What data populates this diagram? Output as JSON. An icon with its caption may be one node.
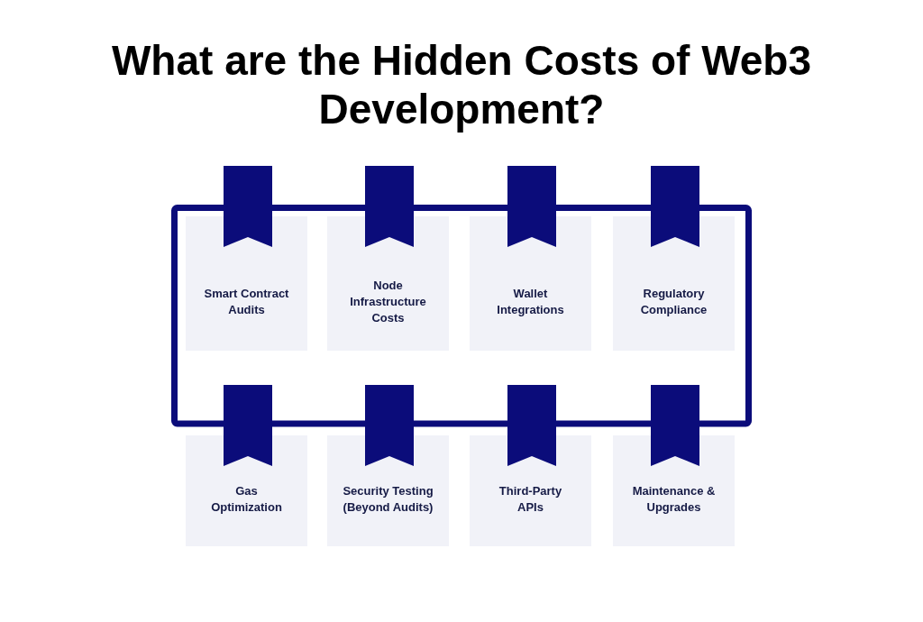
{
  "diagram": {
    "title": "What are the Hidden Costs of Web3 Development?",
    "nodes": [
      {
        "text": [
          "Smart Contract Audits"
        ]
      },
      {
        "text": [
          "Node Infrastructure Costs"
        ]
      },
      {
        "text": [
          "Wallet Integrations"
        ]
      },
      {
        "text": [
          "Regulatory Compliance"
        ]
      },
      {
        "text": [
          "Gas Optimization"
        ]
      },
      {
        "text": [
          "Security Testing (Beyond Audits)"
        ]
      },
      {
        "text": [
          "Third-Party APIs"
        ]
      },
      {
        "text": [
          "Maintenance & Upgrades"
        ]
      }
    ]
  }
}
